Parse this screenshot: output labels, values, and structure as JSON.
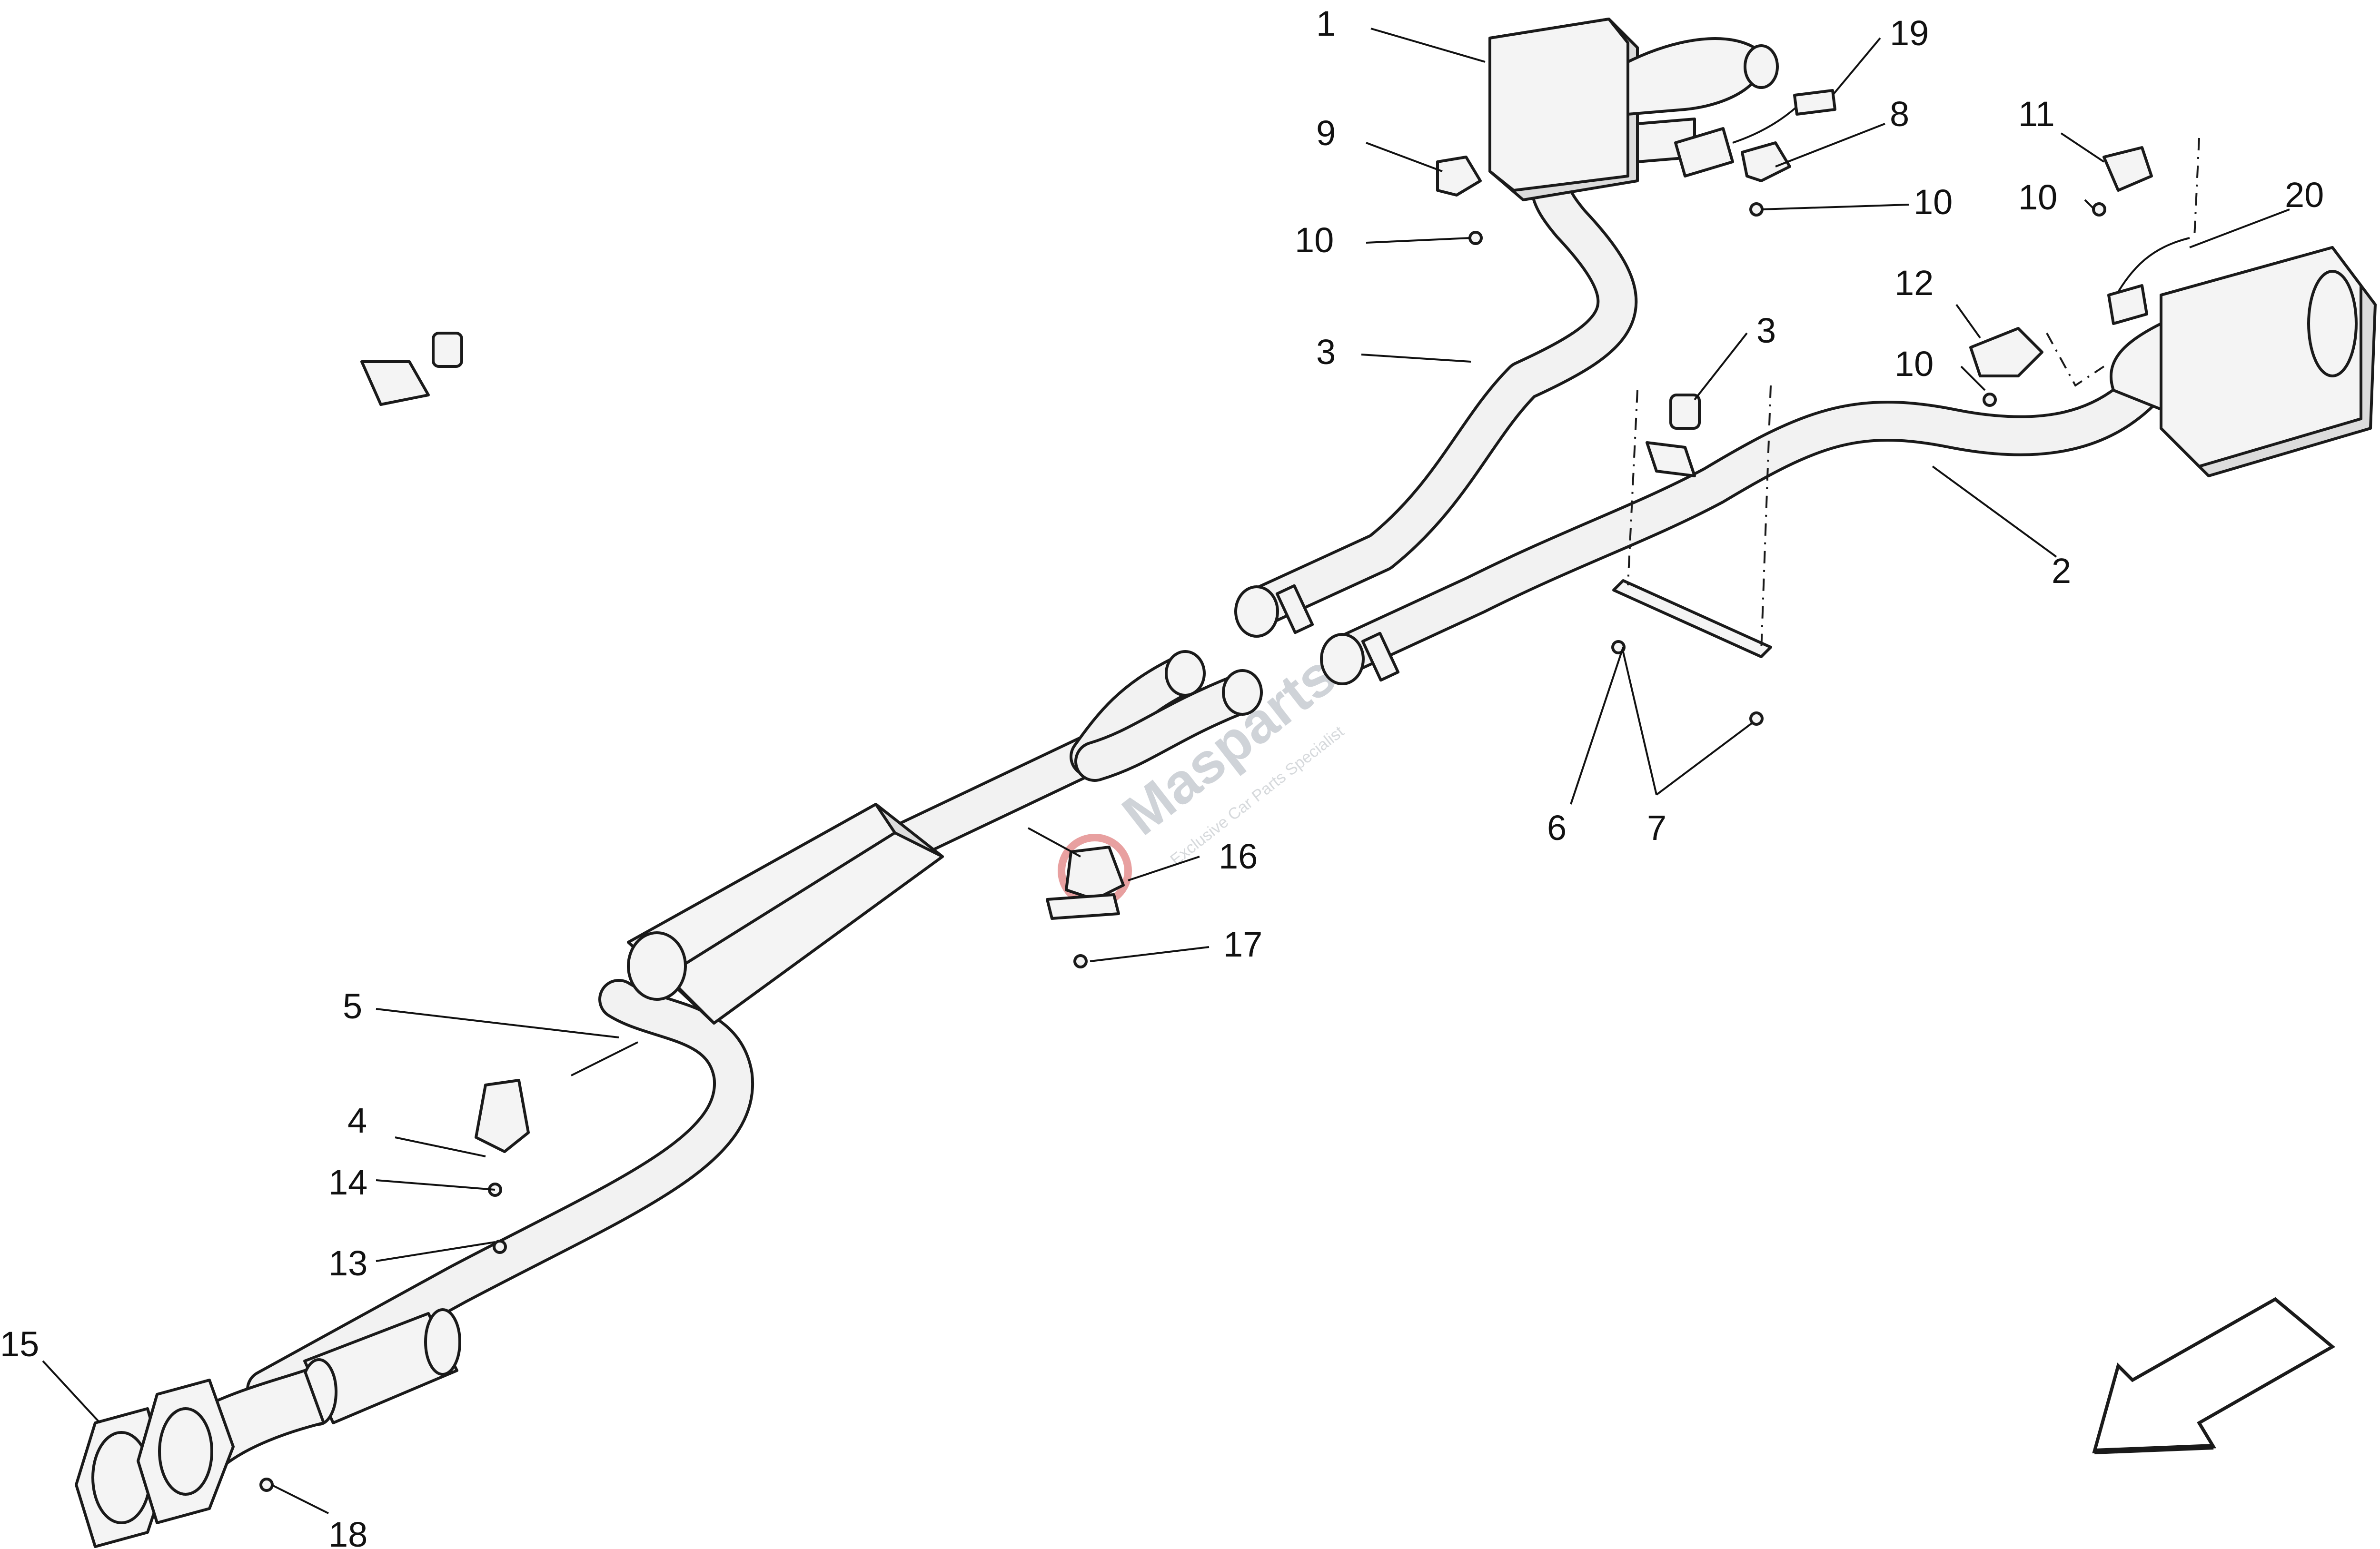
{
  "diagram": {
    "callouts": [
      {
        "id": "c1",
        "label": "1"
      },
      {
        "id": "c2",
        "label": "2"
      },
      {
        "id": "c3a",
        "label": "3"
      },
      {
        "id": "c3b",
        "label": "3"
      },
      {
        "id": "c4",
        "label": "4"
      },
      {
        "id": "c5",
        "label": "5"
      },
      {
        "id": "c6",
        "label": "6"
      },
      {
        "id": "c7",
        "label": "7"
      },
      {
        "id": "c8",
        "label": "8"
      },
      {
        "id": "c9",
        "label": "9"
      },
      {
        "id": "c10a",
        "label": "10"
      },
      {
        "id": "c10b",
        "label": "10"
      },
      {
        "id": "c10c",
        "label": "10"
      },
      {
        "id": "c10d",
        "label": "10"
      },
      {
        "id": "c11",
        "label": "11"
      },
      {
        "id": "c12",
        "label": "12"
      },
      {
        "id": "c13",
        "label": "13"
      },
      {
        "id": "c14",
        "label": "14"
      },
      {
        "id": "c15",
        "label": "15"
      },
      {
        "id": "c16",
        "label": "16"
      },
      {
        "id": "c17",
        "label": "17"
      },
      {
        "id": "c18",
        "label": "18"
      },
      {
        "id": "c19",
        "label": "19"
      },
      {
        "id": "c20",
        "label": "20"
      }
    ],
    "watermark": {
      "brand": "Masparts",
      "tagline": "Exclusive Car Parts Specialist"
    },
    "colors": {
      "line": "#1a1a1a",
      "part_fill": "#f4f4f4",
      "watermark": "#cfd3d8",
      "watermark_accent": "#e8a0a0"
    }
  }
}
